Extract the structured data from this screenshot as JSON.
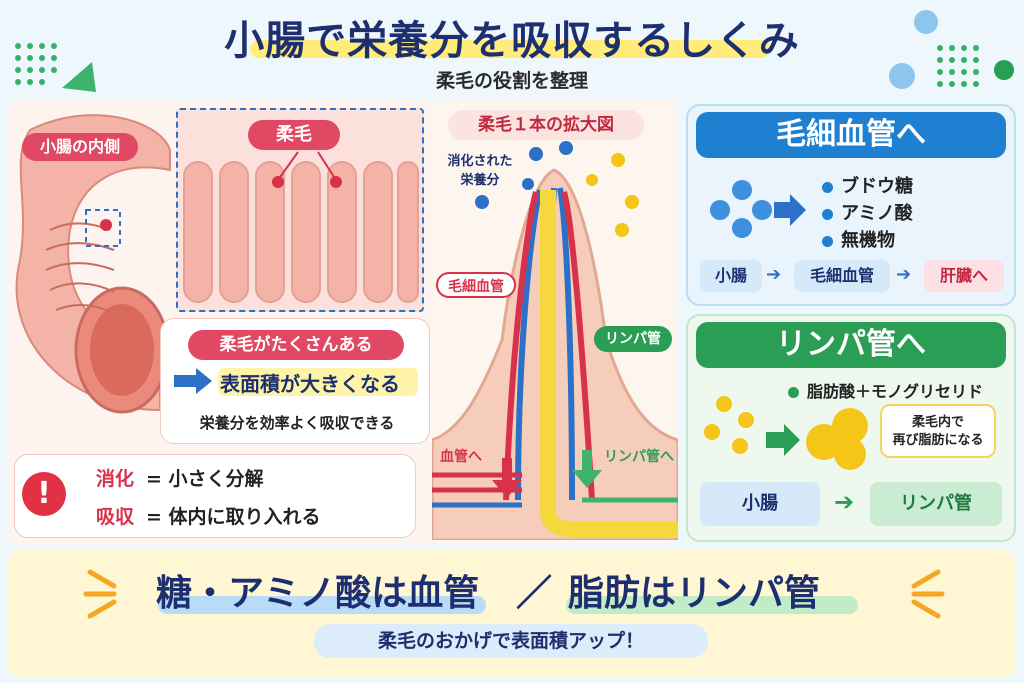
{
  "header": {
    "title": "小腸で栄養分を吸収するしくみ",
    "subtitle": "柔毛の役割を整理"
  },
  "left": {
    "intestine_label": "小腸の内側",
    "villi_label": "柔毛",
    "many_villi_label": "柔毛がたくさんある",
    "surface_area_text": "表面積が大きくなる",
    "efficient_text": "栄養分を効率よく吸収できる",
    "digestion_term": "消化",
    "digestion_def": "= 小さく分解",
    "absorption_term": "吸収",
    "absorption_def": "= 体内に取り入れる"
  },
  "center": {
    "title": "柔毛１本の拡大図",
    "nutrients_label": "消化された\n栄養分",
    "capillary_label": "毛細血管",
    "lymph_label": "リンパ管",
    "to_blood": "血管へ",
    "to_lymph": "リンパ管へ"
  },
  "capillary_panel": {
    "header": "毛細血管へ",
    "items": [
      "ブドウ糖",
      "アミノ酸",
      "無機物"
    ],
    "flow": [
      "小腸",
      "毛細血管",
      "肝臓へ"
    ]
  },
  "lymph_panel": {
    "header": "リンパ管へ",
    "item": "脂肪酸＋モノグリセリド",
    "bubble": "柔毛内で\n再び脂肪になる",
    "flow": [
      "小腸",
      "リンパ管"
    ]
  },
  "summary": {
    "left": "糖・アミノ酸は血管",
    "slash": "／",
    "right": "脂肪はリンパ管",
    "footer": "柔毛のおかげで表面積アップ！"
  },
  "colors": {
    "navy": "#1d2f6e",
    "blue": "#1f7fd0",
    "green": "#2a9e55",
    "red": "#d8324a",
    "yellow": "#f5c518"
  }
}
